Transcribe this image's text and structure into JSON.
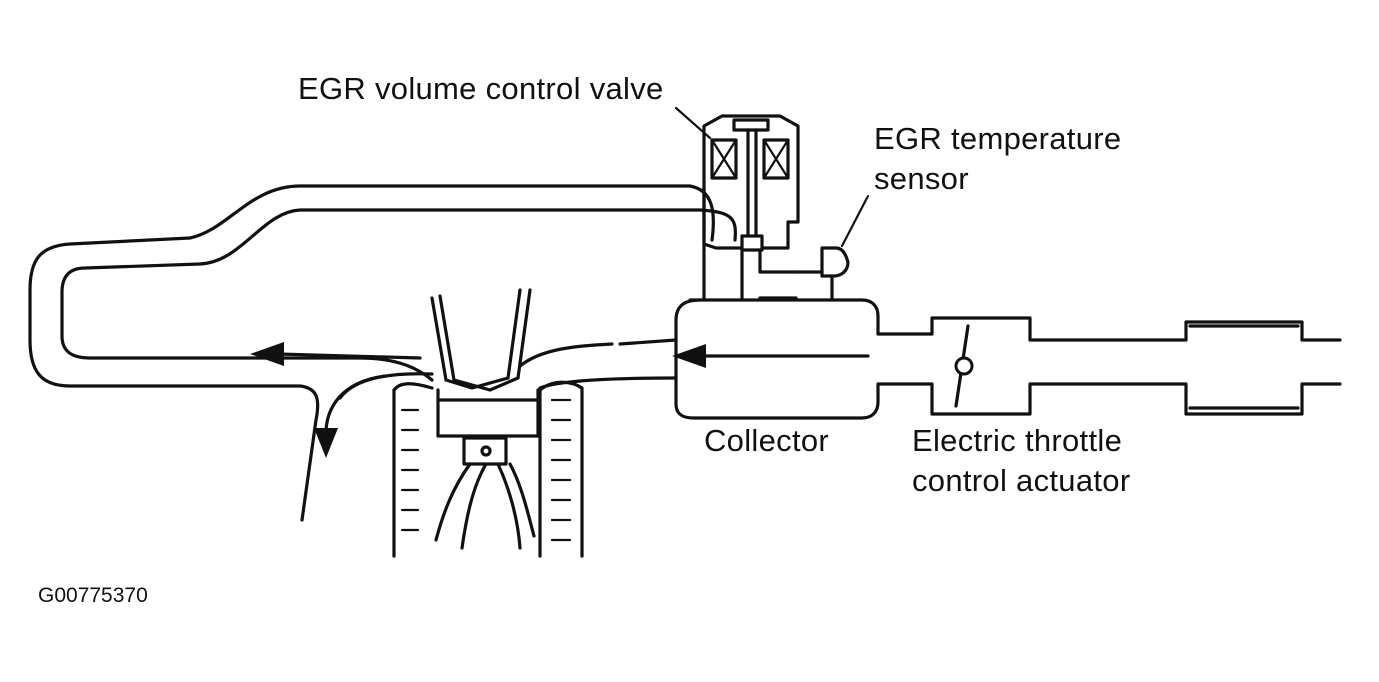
{
  "labels": {
    "egr_volume_control_valve": "EGR volume control valve",
    "egr_temperature_sensor_line1": "EGR temperature",
    "egr_temperature_sensor_line2": "sensor",
    "collector": "Collector",
    "electric_throttle_line1": "Electric throttle",
    "electric_throttle_line2": "control actuator",
    "figure_code": "G00775370"
  }
}
